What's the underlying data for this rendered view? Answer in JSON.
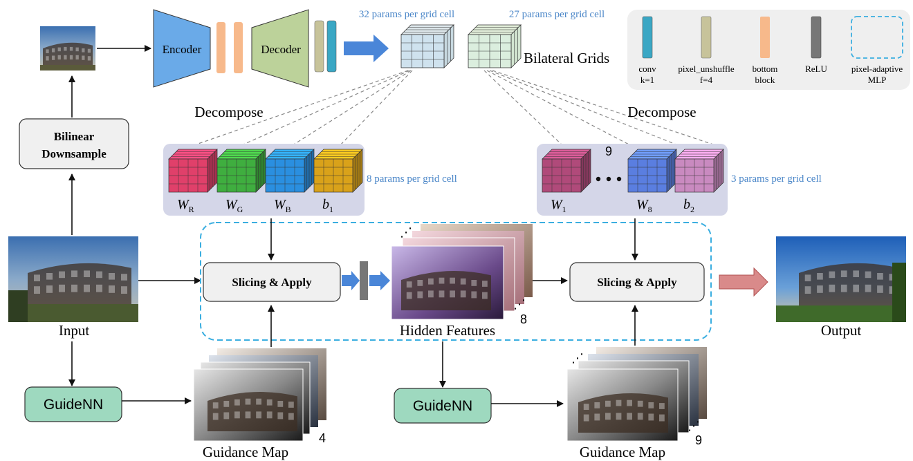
{
  "encoder": {
    "encoder_label": "Encoder",
    "decoder_label": "Decoder",
    "grid1_label": "32 params per grid cell",
    "grid2_label": "27 params per grid cell",
    "bilateral_grids_label": "Bilateral Grids"
  },
  "legend": {
    "items": [
      {
        "label_line1": "conv",
        "label_line2": "k=1",
        "color": "#3aa7c4"
      },
      {
        "label_line1": "pixel_unshuffle",
        "label_line2": "f=4",
        "color": "#c7c39a"
      },
      {
        "label_line1": "bottom",
        "label_line2": "block",
        "color": "#f7b98b"
      },
      {
        "label_line1": "ReLU",
        "label_line2": "",
        "color": "#777777"
      },
      {
        "label_line1": "pixel-adaptive",
        "label_line2": "MLP",
        "color": "#3aaee0"
      }
    ]
  },
  "left_branch": {
    "bilinear_line1": "Bilinear",
    "bilinear_line2": "Downsample",
    "input_label": "Input",
    "guidenn_label": "GuideNN",
    "guidance_map_label": "Guidance Map",
    "guidance_count": "4"
  },
  "decompose_left": {
    "title": "Decompose",
    "params_label": "8 params per grid cell",
    "cubes": [
      {
        "sym": "W",
        "sub": "R",
        "color": "#e0406a"
      },
      {
        "sym": "W",
        "sub": "G",
        "color": "#3fae3f"
      },
      {
        "sym": "W",
        "sub": "B",
        "color": "#2a8fe0"
      },
      {
        "sym": "b",
        "sub": "1",
        "color": "#d9a21a"
      }
    ]
  },
  "decompose_right": {
    "title": "Decompose",
    "count_label": "9",
    "params_label": "3 params per grid cell",
    "cubes": [
      {
        "sym": "W",
        "sub": "1",
        "color": "#b04a7a"
      },
      {
        "sym": "W",
        "sub": "8",
        "color": "#5a7ee0"
      },
      {
        "sym": "b",
        "sub": "2",
        "color": "#c98ac0"
      }
    ]
  },
  "middle": {
    "slicing1": "Slicing & Apply",
    "slicing2": "Slicing & Apply",
    "hidden_features_label": "Hidden Features",
    "hidden_count": "8",
    "guidenn_label": "GuideNN",
    "guidance_map_label": "Guidance Map",
    "guidance_count": "9"
  },
  "output": {
    "output_label": "Output"
  },
  "colors": {
    "blue_arrow": "#4a86d8",
    "red_arrow": "#d98a8a",
    "guidenn_fill": "#9ed9bf",
    "dashed_box": "#3aaee0",
    "params_text": "#4a86c8"
  }
}
